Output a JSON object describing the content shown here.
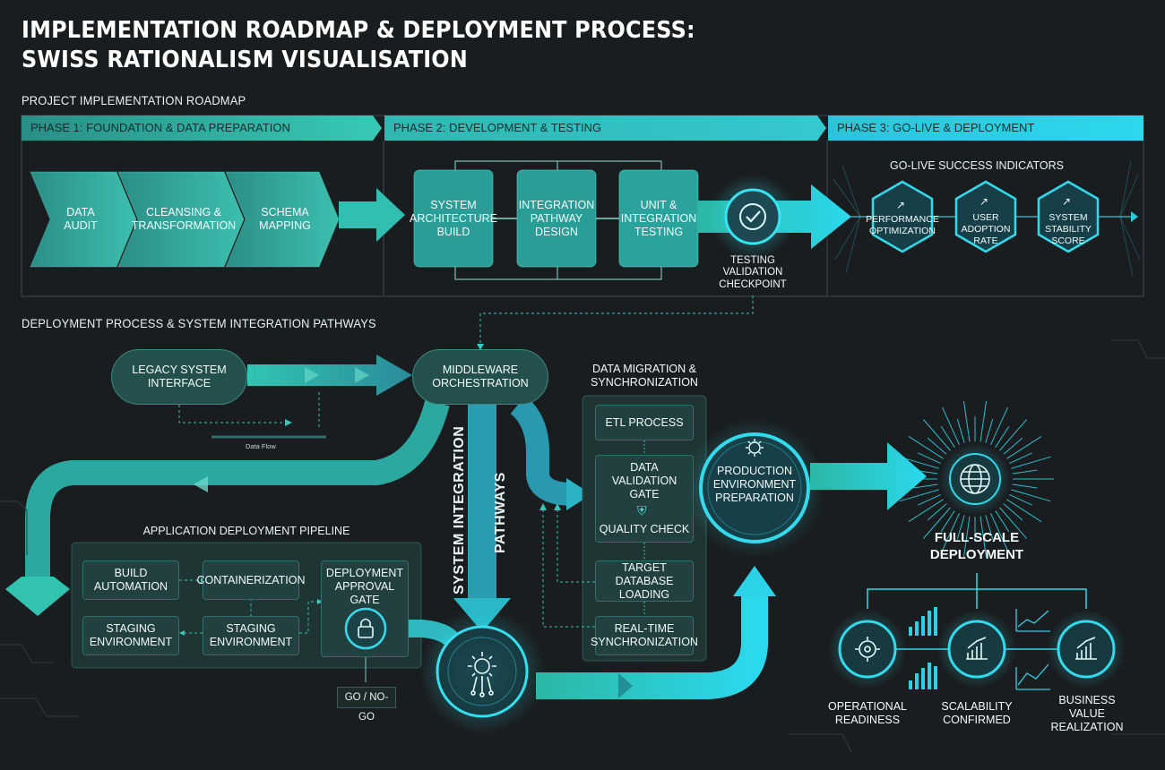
{
  "title_line1": "IMPLEMENTATION ROADMAP & DEPLOYMENT PROCESS:",
  "title_line2": "SWISS RATIONALISM VISUALISATION",
  "roadmap": {
    "heading": "PROJECT IMPLEMENTATION ROADMAP",
    "phase1": {
      "label": "PHASE 1: FOUNDATION & DATA PREPARATION",
      "steps": [
        "DATA\nAUDIT",
        "CLEANSING &\nTRANSFORMATION",
        "SCHEMA\nMAPPING"
      ]
    },
    "phase2": {
      "label": "PHASE 2: DEVELOPMENT & TESTING",
      "steps": [
        "SYSTEM\nARCHITECTURE\nBUILD",
        "INTEGRATION\nPATHWAY\nDESIGN",
        "UNIT &\nINTEGRATION\nTESTING"
      ],
      "checkpoint": "TESTING\nVALIDATION\nCHECKPOINT"
    },
    "phase3": {
      "label": "PHASE 3: GO-LIVE & DEPLOYMENT",
      "indicators_title": "GO-LIVE SUCCESS INDICATORS",
      "indicators": [
        "PERFORMANCE\nOPTIMIZATION",
        "USER\nADOPTION\nRATE",
        "SYSTEM\nSTABILITY\nSCORE"
      ]
    }
  },
  "deployment": {
    "heading": "DEPLOYMENT PROCESS & SYSTEM INTEGRATION PATHWAYS",
    "legacy": "LEGACY SYSTEM\nINTERFACE",
    "data_flow": "Data Flow",
    "middleware": "MIDDLEWARE\nORCHESTRATION",
    "vertical_label_1": "SYSTEM INTEGRATION",
    "vertical_label_2": "PATHWAYS",
    "migration_title": "DATA MIGRATION &\nSYNCHRONIZATION",
    "migration_steps": {
      "etl": "ETL PROCESS",
      "validation": "DATA\nVALIDATION\nGATE",
      "quality": "QUALITY CHECK",
      "target": "TARGET DATABASE\nLOADING",
      "realtime": "REAL-TIME\nSYNCHRONIZATION"
    },
    "pipeline_title": "APPLICATION DEPLOYMENT PIPELINE",
    "pipeline": {
      "build": "BUILD\nAUTOMATION",
      "container": "CONTAINERIZATION",
      "approval": "DEPLOYMENT\nAPPROVAL GATE",
      "staging1": "STAGING\nENVIRONMENT",
      "staging2": "STAGING\nENVIRONMENT",
      "gonogo": "GO / NO-GO"
    },
    "production": "PRODUCTION\nENVIRONMENT\nPREPARATION",
    "full_scale": "FULL-SCALE\nDEPLOYMENT",
    "outcomes": [
      "OPERATIONAL\nREADINESS",
      "SCALABILITY\nCONFIRMED",
      "BUSINESS VALUE\nREALIZATION"
    ]
  },
  "colors": {
    "background": "#1a1d1f",
    "teal": "#2bb8a8",
    "cyan": "#2ad6ea",
    "panel": "#21403f"
  },
  "icons": [
    "check-circle-icon",
    "trend-up-icon",
    "gear-icon",
    "shield-check-icon",
    "lock-icon",
    "globe-icon",
    "bar-chart-icon",
    "line-chart-icon"
  ]
}
